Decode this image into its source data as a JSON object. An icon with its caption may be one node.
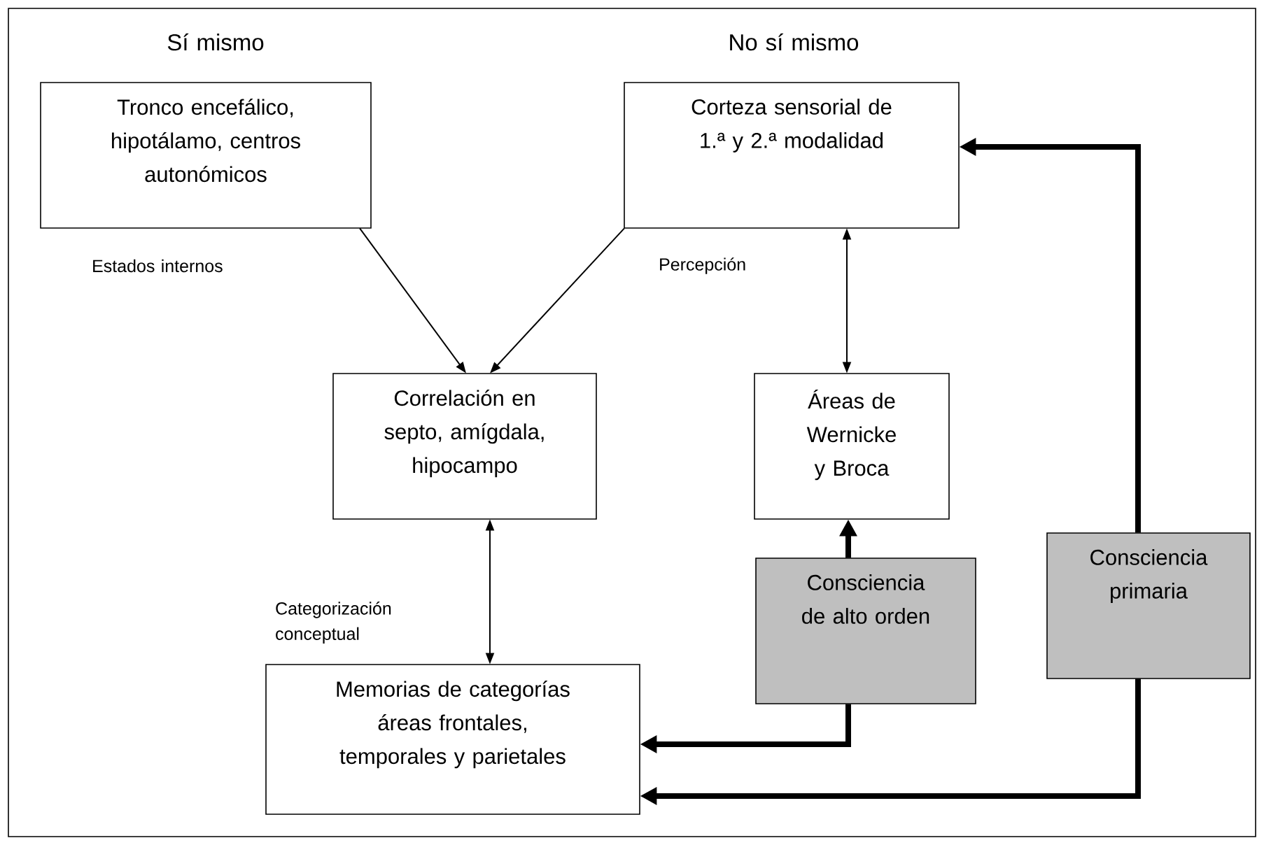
{
  "diagram": {
    "nodes": [
      {
        "text": [
          "Tronco encefálico, hipotálamo, centros autonómicos"
        ]
      },
      {
        "text": [
          "Corteza sensorial de 1.ª y 2.ª modalidad"
        ]
      },
      {
        "text": [
          "Correlación en septo, amígdala, hipocampo"
        ]
      },
      {
        "text": [
          "Áreas de Wernicke y Broca"
        ]
      },
      {
        "text": [
          "Consciencia de alto orden"
        ]
      },
      {
        "text": [
          "Consciencia primaria"
        ]
      },
      {
        "text": [
          "Memorias de categorías áreas frontales, temporales y parietales"
        ]
      }
    ],
    "edges": [
      {
        "from": 0,
        "to": 2,
        "arrow": "to"
      },
      {
        "from": 1,
        "to": 2,
        "arrow": "to"
      },
      {
        "from": 1,
        "to": 3,
        "arrow": "both"
      },
      {
        "from": 2,
        "to": 6,
        "arrow": "both"
      },
      {
        "from": 4,
        "to": 3,
        "arrow": "to",
        "style": "thick"
      },
      {
        "from": 4,
        "to": 6,
        "arrow": "to",
        "style": "thick"
      },
      {
        "from": 5,
        "to": 1,
        "arrow": "to",
        "style": "thick"
      },
      {
        "from": 5,
        "to": 6,
        "arrow": "to",
        "style": "thick"
      }
    ],
    "labels": [
      "Sí mismo",
      "No sí mismo",
      "Estados internos",
      "Percepción",
      "Categorización conceptual"
    ]
  }
}
